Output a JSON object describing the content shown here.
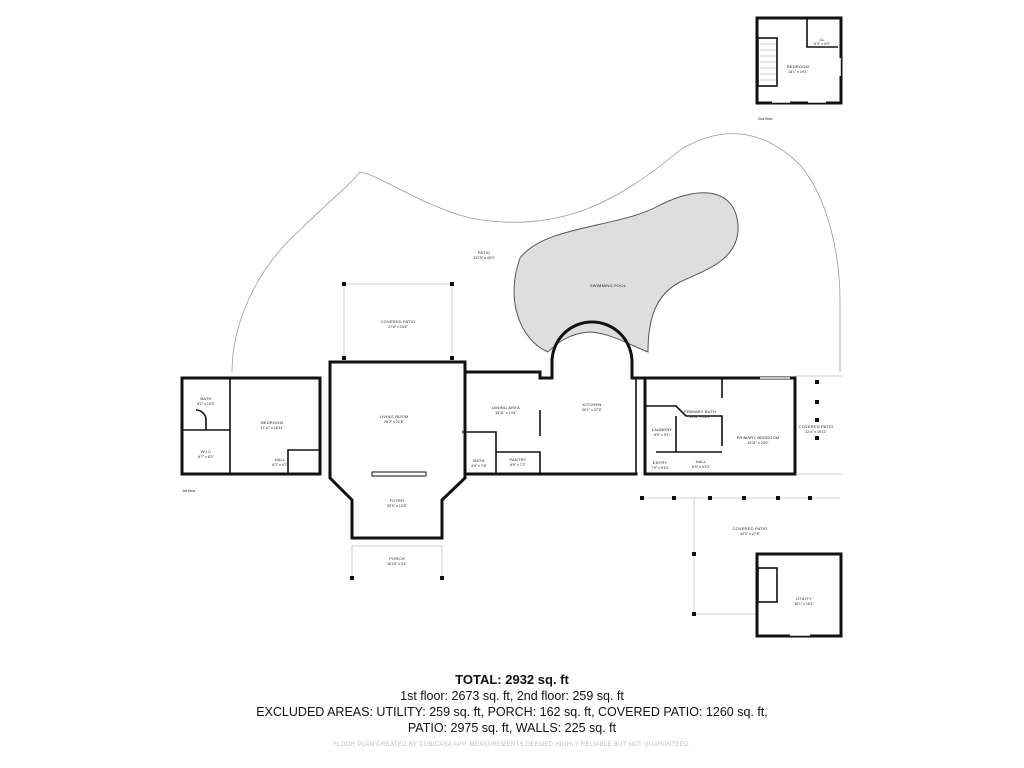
{
  "rooms": {
    "bedroom_2nd": {
      "label": "BEDROOM",
      "dim": "18'1\" x 19'1\""
    },
    "closet_2nd": {
      "label": "CL",
      "dim": "6'3\" x 4'0\""
    },
    "patio": {
      "label": "PATIO",
      "dim": "121'5\" x 40'0\""
    },
    "swimming_pool": {
      "label": "SWIMMING POOL"
    },
    "covered_patio_north": {
      "label": "COVERED PATIO",
      "dim": "27'8\" x 15'8\""
    },
    "bath_west": {
      "label": "BATH",
      "dim": "8'2\" x 10'5\""
    },
    "bedroom": {
      "label": "BEDROOM",
      "dim": "17'11\" x 18'11\""
    },
    "wic": {
      "label": "W.I.C",
      "dim": "8'7\" x 8'2\""
    },
    "hall_west": {
      "label": "HALL",
      "dim": "6'2\" x 4'7\""
    },
    "living_room": {
      "label": "LIVING ROOM",
      "dim": "28'3\" x 22'8\""
    },
    "foyer": {
      "label": "FOYER",
      "dim": "25'9\" x 12'8\""
    },
    "porch": {
      "label": "PORCH",
      "dim": "16'10\" x 9'1\""
    },
    "dining_area": {
      "label": "DINING AREA",
      "dim": "15'11\" x 14'4\""
    },
    "bath_center": {
      "label": "BATH",
      "dim": "4'4\" x 7'8\""
    },
    "pantry": {
      "label": "PANTRY",
      "dim": "8'9\" x 7'2\""
    },
    "kitchen": {
      "label": "KITCHEN",
      "dim": "20'1\" x 27'3\""
    },
    "laundry": {
      "label": "LAUNDRY",
      "dim": "6'8\" x 9'1\""
    },
    "primary_bath": {
      "label": "PRIMARY BATH",
      "dim": "10'11\" x 12'8\""
    },
    "primary_bedroom": {
      "label": "PRIMARY BEDROOM",
      "dim": "15'11\" x 23'0\""
    },
    "covered_patio_east": {
      "label": "COVERED PATIO",
      "dim": "22'4\" x 19'11\""
    },
    "entry": {
      "label": "ENTRY",
      "dim": "7'9\" x 5'10\""
    },
    "hall_east": {
      "label": "HALL",
      "dim": "6'5\" x 5'10\""
    },
    "covered_patio_south": {
      "label": "COVERED PATIO",
      "dim": "40'2\" x 27'8\""
    },
    "utility": {
      "label": "UTILITY",
      "dim": "16'1\" x 16'1\""
    }
  },
  "floors": {
    "first": "1st floor",
    "second": "2nd floor"
  },
  "summary": {
    "total": "TOTAL: 2932 sq. ft",
    "line1": "1st floor: 2673 sq. ft, 2nd floor: 259 sq. ft",
    "line2": "EXCLUDED AREAS: UTILITY: 259 sq. ft, PORCH: 162 sq. ft, COVERED PATIO: 1260 sq. ft,",
    "line3": "PATIO: 2975 sq. ft, WALLS: 225 sq. ft"
  },
  "disclaimer": "FLOOR PLAN CREATED BY CUBICASA APP. MEASUREMENTS DEEMED HIGHLY RELIABLE BUT NOT GUARANTEED."
}
